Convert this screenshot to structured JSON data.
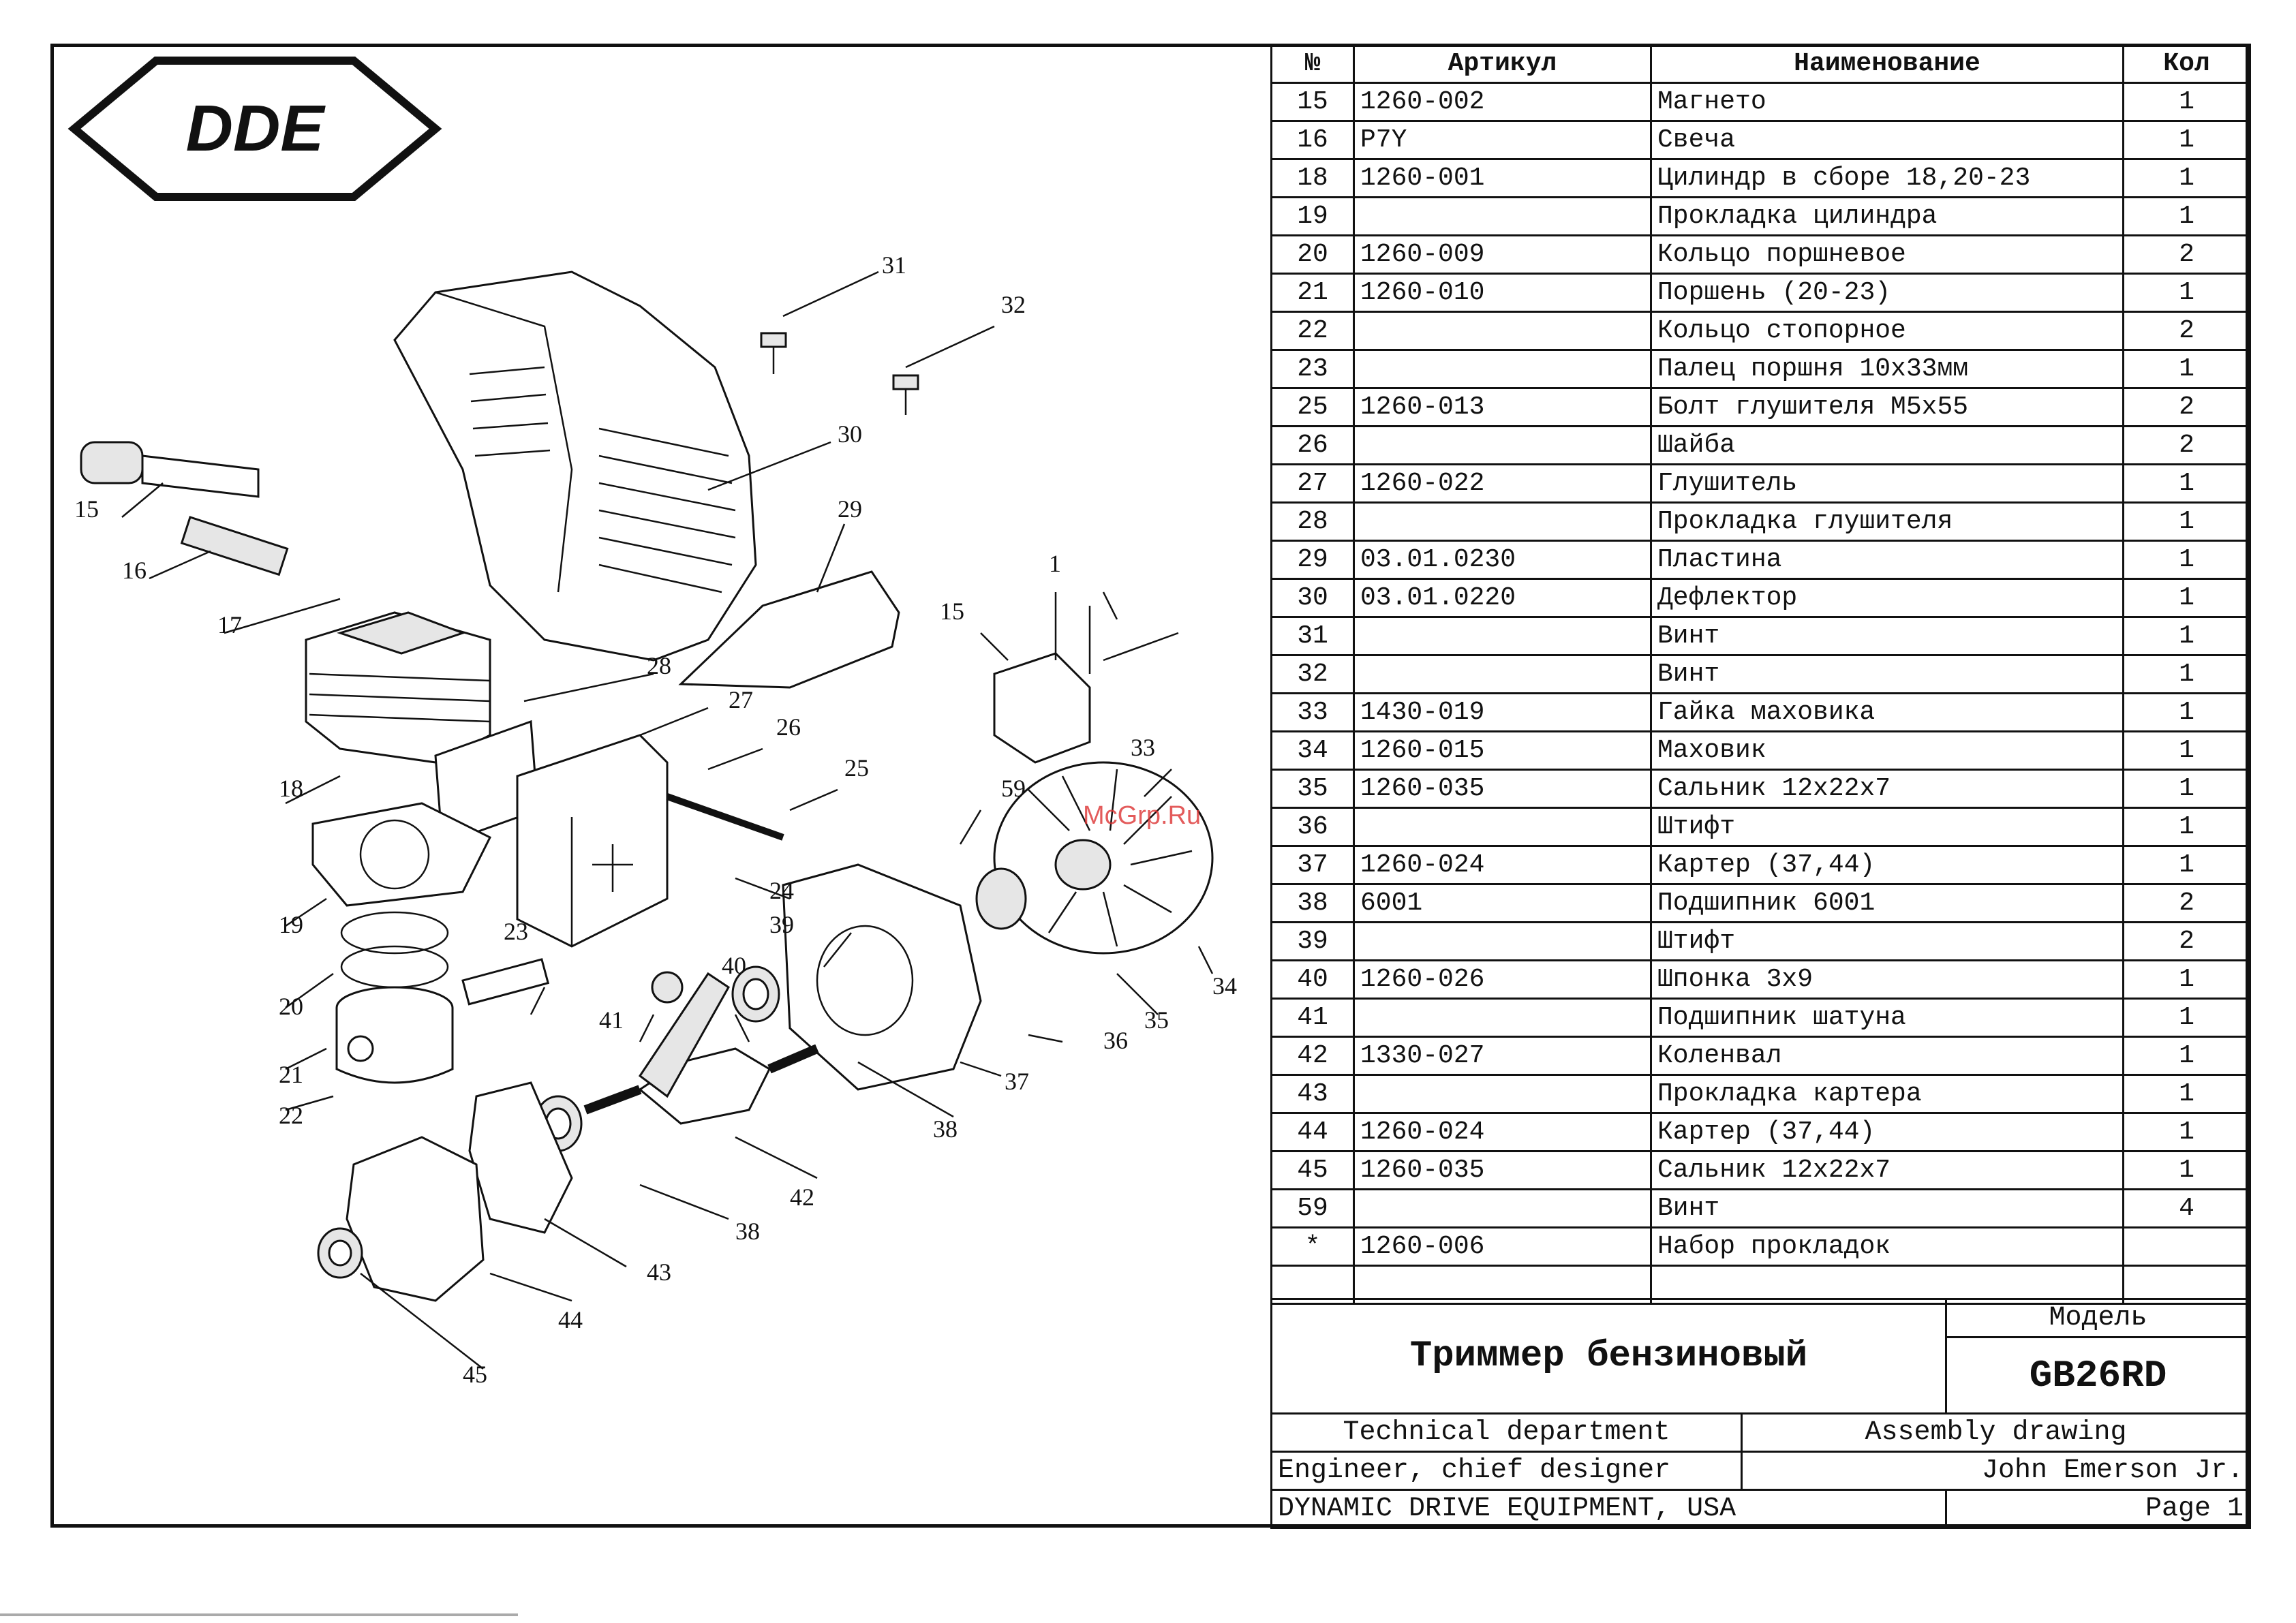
{
  "brand": {
    "logo_text": "DDE"
  },
  "table": {
    "headers": {
      "no": "№",
      "article": "Артикул",
      "name": "Наименование",
      "qty": "Кол"
    },
    "rows": [
      {
        "no": "15",
        "article": "1260-002",
        "name": "Магнето",
        "qty": "1"
      },
      {
        "no": "16",
        "article": "P7Y",
        "name": "Свеча",
        "qty": "1"
      },
      {
        "no": "18",
        "article": "1260-001",
        "name": "Цилиндр в сборе 18,20-23",
        "qty": "1"
      },
      {
        "no": "19",
        "article": "",
        "name": "Прокладка цилиндра",
        "qty": "1"
      },
      {
        "no": "20",
        "article": "1260-009",
        "name": "Кольцо поршневое",
        "qty": "2"
      },
      {
        "no": "21",
        "article": "1260-010",
        "name": "Поршень (20-23)",
        "qty": "1"
      },
      {
        "no": "22",
        "article": "",
        "name": "Кольцо стопорное",
        "qty": "2"
      },
      {
        "no": "23",
        "article": "",
        "name": "Палец поршня 10х33мм",
        "qty": "1"
      },
      {
        "no": "25",
        "article": "1260-013",
        "name": "Болт глушителя М5х55",
        "qty": "2"
      },
      {
        "no": "26",
        "article": "",
        "name": "Шайба",
        "qty": "2"
      },
      {
        "no": "27",
        "article": "1260-022",
        "name": "Глушитель",
        "qty": "1"
      },
      {
        "no": "28",
        "article": "",
        "name": "Прокладка глушителя",
        "qty": "1"
      },
      {
        "no": "29",
        "article": "03.01.0230",
        "name": "Пластина",
        "qty": "1"
      },
      {
        "no": "30",
        "article": "03.01.0220",
        "name": "Дефлектор",
        "qty": "1"
      },
      {
        "no": "31",
        "article": "",
        "name": "Винт",
        "qty": "1"
      },
      {
        "no": "32",
        "article": "",
        "name": "Винт",
        "qty": "1"
      },
      {
        "no": "33",
        "article": "1430-019",
        "name": "Гайка маховика",
        "qty": "1"
      },
      {
        "no": "34",
        "article": "1260-015",
        "name": "Маховик",
        "qty": "1"
      },
      {
        "no": "35",
        "article": "1260-035",
        "name": "Сальник 12х22х7",
        "qty": "1"
      },
      {
        "no": "36",
        "article": "",
        "name": "Штифт",
        "qty": "1"
      },
      {
        "no": "37",
        "article": "1260-024",
        "name": "Картер (37,44)",
        "qty": "1"
      },
      {
        "no": "38",
        "article": "6001",
        "name": "Подшипник 6001",
        "qty": "2"
      },
      {
        "no": "39",
        "article": "",
        "name": "Штифт",
        "qty": "2"
      },
      {
        "no": "40",
        "article": "1260-026",
        "name": "Шпонка 3х9",
        "qty": "1"
      },
      {
        "no": "41",
        "article": "",
        "name": "Подшипник шатуна",
        "qty": "1"
      },
      {
        "no": "42",
        "article": "1330-027",
        "name": "Коленвал",
        "qty": "1"
      },
      {
        "no": "43",
        "article": "",
        "name": "Прокладка картера",
        "qty": "1"
      },
      {
        "no": "44",
        "article": "1260-024",
        "name": "Картер (37,44)",
        "qty": "1"
      },
      {
        "no": "45",
        "article": "1260-035",
        "name": "Сальник 12х22х7",
        "qty": "1"
      },
      {
        "no": "59",
        "article": "",
        "name": "Винт",
        "qty": "4"
      },
      {
        "no": "*",
        "article": "1260-006",
        "name": "Набор прокладок",
        "qty": ""
      },
      {
        "no": "",
        "article": "",
        "name": "",
        "qty": ""
      }
    ]
  },
  "title_block": {
    "product": "Триммер бензиновый",
    "model_label": "Модель",
    "model": "GB26RD",
    "department": "Technical department",
    "doc_type": "Assembly drawing",
    "role": "Engineer, chief designer",
    "person": "John Emerson Jr.",
    "company": "DYNAMIC DRIVE EQUIPMENT, USA",
    "page": "Page 1"
  },
  "drawing": {
    "watermark": "McGrp.Ru",
    "callouts": [
      "31",
      "32",
      "30",
      "29",
      "15",
      "16",
      "17",
      "1",
      "15",
      "28",
      "27",
      "26",
      "25",
      "18",
      "33",
      "59",
      "19",
      "24",
      "39",
      "23",
      "40",
      "20",
      "41",
      "21",
      "22",
      "37",
      "36",
      "35",
      "34",
      "38",
      "42",
      "38",
      "43",
      "44",
      "45"
    ]
  }
}
